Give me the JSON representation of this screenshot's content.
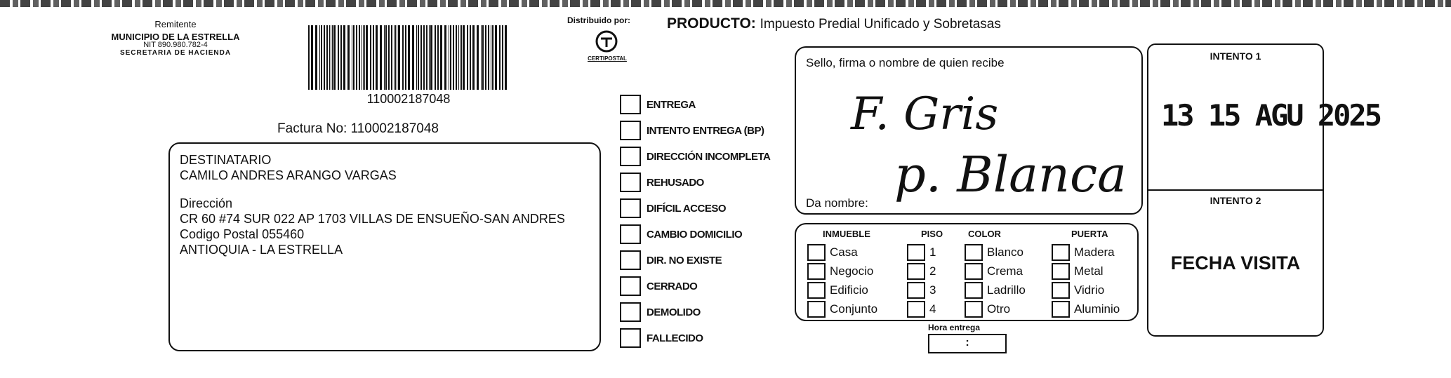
{
  "sender": {
    "label": "Remitente",
    "name": "MUNICIPIO DE LA ESTRELLA",
    "nit": "NIT 890.980.782-4",
    "office": "SECRETARIA DE HACIENDA"
  },
  "barcode": {
    "number": "110002187048"
  },
  "invoice": {
    "label": "Factura No: 110002187048"
  },
  "distributor": {
    "label": "Distribuido por:",
    "brand": "CERTIPOSTAL"
  },
  "product": {
    "label": "PRODUCTO:",
    "value": "Impuesto Predial Unificado y Sobretasas"
  },
  "recipient": {
    "label": "DESTINATARIO",
    "name": "CAMILO ANDRES ARANGO VARGAS",
    "address_label": "Dirección",
    "address": "CR 60  #74 SUR 022 AP 1703 VILLAS DE ENSUEÑO-SAN ANDRES",
    "postal": "Codigo Postal  055460",
    "region": "ANTIOQUIA - LA ESTRELLA"
  },
  "delivery_options": [
    "ENTREGA",
    "INTENTO ENTREGA (BP)",
    "DIRECCIÓN INCOMPLETA",
    "REHUSADO",
    "DIFÍCIL ACCESO",
    "CAMBIO DOMICILIO",
    "DIR. NO EXISTE",
    "CERRADO",
    "DEMOLIDO",
    "FALLECIDO"
  ],
  "signature": {
    "label": "Sello, firma o nombre de quien recibe",
    "handwritten_1": "F. Gris",
    "name_label": "Da nombre:",
    "handwritten_2": "p. Blanca"
  },
  "property": {
    "headers": [
      "INMUEBLE",
      "PISO",
      "COLOR",
      "PUERTA"
    ],
    "inmueble": [
      "Casa",
      "Negocio",
      "Edificio",
      "Conjunto"
    ],
    "piso": [
      "1",
      "2",
      "3",
      "4"
    ],
    "color": [
      "Blanco",
      "Crema",
      "Ladrillo",
      "Otro"
    ],
    "puerta": [
      "Madera",
      "Metal",
      "Vidrio",
      "Aluminio"
    ]
  },
  "hora": {
    "label": "Hora entrega",
    "value": ":"
  },
  "attempts": {
    "first_label": "INTENTO 1",
    "stamp": "13 15 AGU 2025",
    "second_label": "INTENTO 2",
    "visit_label": "FECHA VISITA"
  }
}
